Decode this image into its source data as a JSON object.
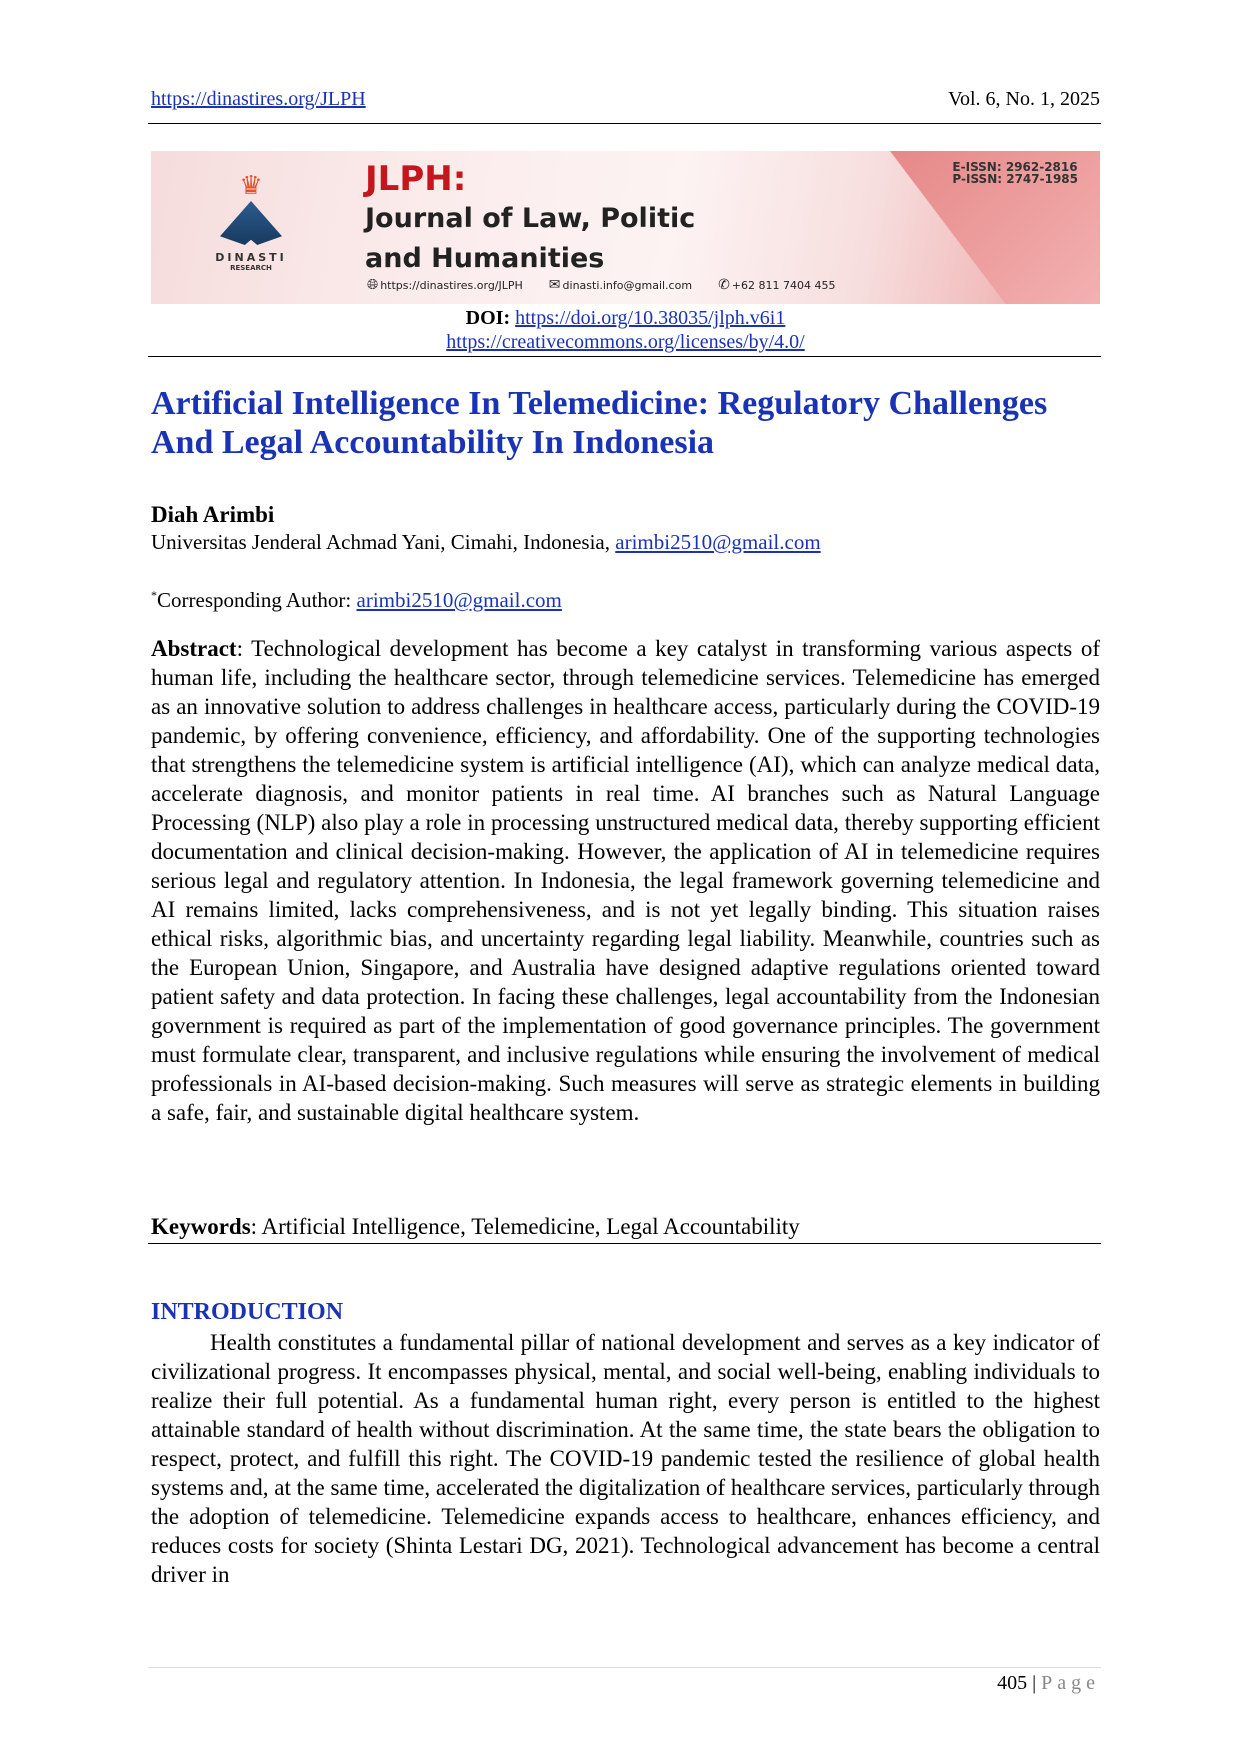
{
  "header": {
    "url": "https://dinastires.org/JLPH",
    "volume": "Vol. 6, No. 1, 2025"
  },
  "banner": {
    "publisher": "DINASTI",
    "publisher_sub": "RESEARCH",
    "journal_abbr": "JLPH:",
    "journal_line1": "Journal of Law, Politic",
    "journal_line2": "and Humanities",
    "website": "https://dinastires.org/JLPH",
    "email": "dinasti.info@gmail.com",
    "phone": "+62 811 7404 455",
    "eissn": "E-ISSN: 2962-2816",
    "pissn": "P-ISSN: 2747-1985"
  },
  "doi": {
    "label": "DOI:",
    "url": "https://doi.org/10.38035/jlph.v6i1",
    "license": "https://creativecommons.org/licenses/by/4.0/"
  },
  "title": "Artificial Intelligence In Telemedicine: Regulatory Challenges And Legal Accountability In Indonesia",
  "author": {
    "name": "Diah Arimbi",
    "affiliation": "Universitas Jenderal Achmad Yani, Cimahi, Indonesia, ",
    "email": "arimbi2510@gmail.com"
  },
  "corresponding": {
    "mark": "*",
    "label": "Corresponding Author: ",
    "email": "arimbi2510@gmail.com"
  },
  "abstract": {
    "label": "Abstract",
    "text": ": Technological development has become a key catalyst in transforming various aspects of human life, including the healthcare sector, through telemedicine services. Telemedicine has emerged as an innovative solution to address challenges in healthcare access, particularly during the COVID-19 pandemic, by offering convenience, efficiency, and affordability. One of the supporting technologies that strengthens the telemedicine system is artificial intelligence (AI), which can analyze medical data, accelerate diagnosis, and monitor patients in real time. AI branches such as Natural Language Processing (NLP) also play a role in processing unstructured medical data, thereby supporting efficient documentation and clinical decision-making. However, the application of AI in telemedicine requires serious legal and regulatory attention. In Indonesia, the legal framework governing telemedicine and AI remains limited, lacks comprehensiveness, and is not yet legally binding. This situation raises ethical risks, algorithmic bias, and uncertainty regarding legal liability. Meanwhile, countries such as the European Union, Singapore, and Australia have designed adaptive regulations oriented toward patient safety and data protection. In facing these challenges, legal accountability from the Indonesian government is required as part of the implementation of good governance principles. The government must formulate clear, transparent, and inclusive regulations while ensuring the involvement of medical professionals in AI-based decision-making. Such measures will serve as strategic elements in building a safe, fair, and sustainable digital healthcare system."
  },
  "keywords": {
    "label": "Keywords",
    "text": ": Artificial Intelligence, Telemedicine, Legal Accountability"
  },
  "introduction": {
    "heading": "INTRODUCTION",
    "text": "Health constitutes a fundamental pillar of national development and serves as a key indicator of civilizational progress. It encompasses physical, mental, and social well-being, enabling individuals to realize their full potential. As a fundamental human right, every person is entitled to the highest attainable standard of health without discrimination. At the same time, the state bears the obligation to respect, protect, and fulfill this right. The COVID-19 pandemic tested the resilience of global health systems and, at the same time, accelerated the digitalization of healthcare services, particularly through the adoption of telemedicine. Telemedicine expands access to healthcare, enhances efficiency, and reduces costs for society (Shinta Lestari DG, 2021). Technological advancement has become a central driver in"
  },
  "footer": {
    "page_number": "405",
    "separator": "|",
    "page_label": "Page"
  }
}
